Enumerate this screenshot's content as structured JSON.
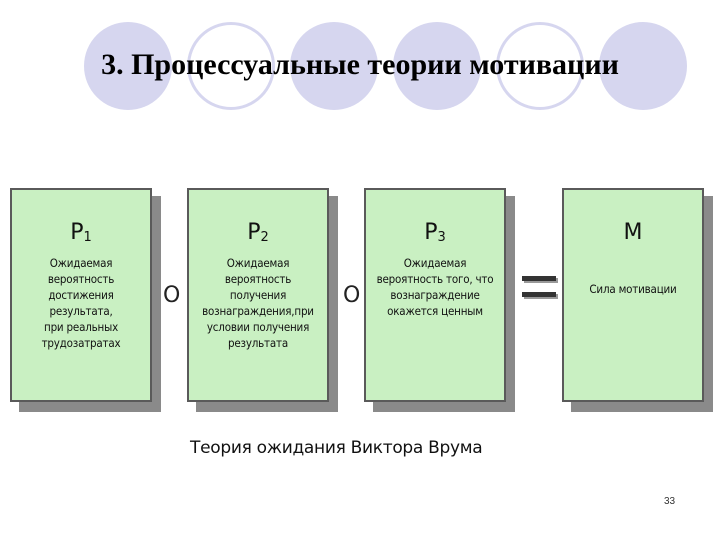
{
  "slide": {
    "title": "3. Процессуальные  теории  мотивации",
    "page_number": "33"
  },
  "diagram": {
    "boxes": [
      {
        "head": "P",
        "sub": "1",
        "text": "Ожидаемая\nвероятность\nдостижения\nрезультата,\nпри реальных\nтрудозатратах"
      },
      {
        "head": "P",
        "sub": "2",
        "text": "Ожидаемая\nвероятность\nполучения\nвознаграждения,при\nусловии получения\nрезультата"
      },
      {
        "head": "P",
        "sub": "3",
        "text": "Ожидаемая\nвероятность того, что\nвознаграждение\nокажется ценным"
      },
      {
        "head": "M",
        "sub": "",
        "text": "Сила мотивации"
      }
    ],
    "operators": [
      "O",
      "O"
    ],
    "caption": "Теория ожидания Виктора Врума"
  },
  "colors": {
    "box_fill": "#c9f0c2",
    "deco_circle": "#d6d6ef"
  }
}
